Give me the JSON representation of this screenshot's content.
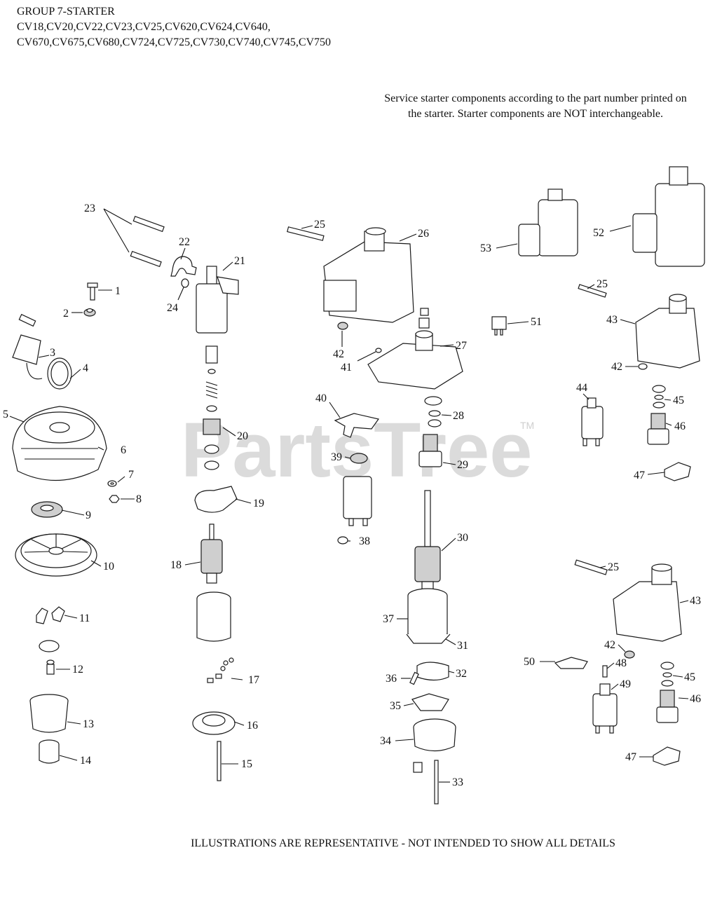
{
  "header": {
    "line1": "GROUP 7-STARTER",
    "line2": "CV18,CV20,CV22,CV23,CV25,CV620,CV624,CV640,",
    "line3": "CV670,CV675,CV680,CV724,CV725,CV730,CV740,CV745,CV750"
  },
  "note": "Service starter components according to the part number printed on the starter. Starter components are NOT interchangeable.",
  "footer": "ILLUSTRATIONS ARE REPRESENTATIVE - NOT INTENDED TO SHOW ALL DETAILS",
  "watermark": {
    "text": "PartsTree",
    "tm": "TM"
  },
  "callouts": {
    "c1": "1",
    "c2": "2",
    "c3": "3",
    "c4": "4",
    "c5": "5",
    "c6": "6",
    "c7": "7",
    "c8": "8",
    "c9": "9",
    "c10": "10",
    "c11": "11",
    "c12": "12",
    "c13": "13",
    "c14": "14",
    "c15": "15",
    "c16": "16",
    "c17": "17",
    "c18": "18",
    "c19": "19",
    "c20": "20",
    "c21": "21",
    "c22": "22",
    "c23": "23",
    "c24": "24",
    "c25": "25",
    "c26": "26",
    "c27": "27",
    "c28": "28",
    "c29": "29",
    "c30": "30",
    "c31": "31",
    "c32": "32",
    "c33": "33",
    "c34": "34",
    "c35": "35",
    "c36": "36",
    "c37": "37",
    "c38": "38",
    "c39": "39",
    "c40": "40",
    "c41": "41",
    "c42": "42",
    "c43": "43",
    "c44": "44",
    "c45": "45",
    "c46": "46",
    "c47": "47",
    "c48": "48",
    "c49": "49",
    "c50": "50",
    "c51": "51",
    "c52": "52",
    "c53": "53"
  }
}
